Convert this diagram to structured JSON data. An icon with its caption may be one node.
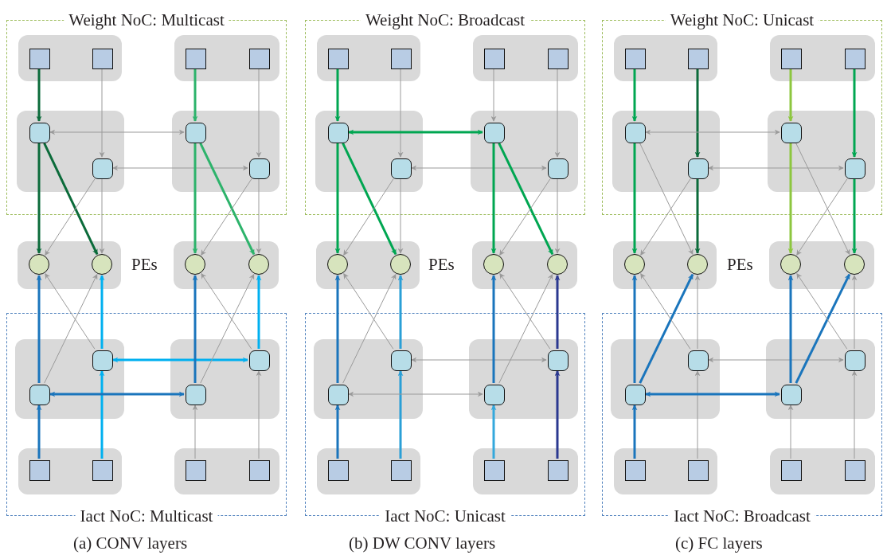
{
  "diagram": {
    "nodes": [
      {
        "text": [
          "Weight NoC: Multicast"
        ]
      },
      {
        "text": [],
        "shape": "box",
        "in": 0
      },
      {
        "text": [],
        "shape": "box",
        "in": 1
      },
      {
        "text": [],
        "shape": "box",
        "in": 1
      },
      {
        "text": [],
        "shape": "box",
        "in": 0
      },
      {
        "text": [],
        "shape": "box",
        "in": 4
      },
      {
        "text": [],
        "shape": "box",
        "in": 4
      },
      {
        "text": [],
        "shape": "box",
        "in": 0
      },
      {
        "text": [],
        "shape": "box",
        "in": 7
      },
      {
        "text": [],
        "shape": "box",
        "in": 7
      },
      {
        "text": [],
        "shape": "box",
        "in": 0
      },
      {
        "text": [],
        "shape": "box",
        "in": 10
      },
      {
        "text": [],
        "shape": "box",
        "in": 10
      },
      {
        "text": [],
        "shape": "box"
      },
      {
        "text": [],
        "shape": "circle",
        "in": 13
      },
      {
        "text": [],
        "shape": "circle",
        "in": 13
      },
      {
        "text": [],
        "shape": "box"
      },
      {
        "text": [],
        "shape": "circle",
        "in": 16
      },
      {
        "text": [],
        "shape": "circle",
        "in": 16
      },
      {
        "text": [
          "Iact NoC: Multicast"
        ]
      },
      {
        "text": [],
        "shape": "box",
        "in": 19
      },
      {
        "text": [],
        "shape": "box",
        "in": 20
      },
      {
        "text": [],
        "shape": "box",
        "in": 20
      },
      {
        "text": [],
        "shape": "box",
        "in": 19
      },
      {
        "text": [],
        "shape": "box",
        "in": 23
      },
      {
        "text": [],
        "shape": "box",
        "in": 23
      },
      {
        "text": [],
        "shape": "box",
        "in": 19
      },
      {
        "text": [],
        "shape": "box",
        "in": 26
      },
      {
        "text": [],
        "shape": "box",
        "in": 26
      },
      {
        "text": [],
        "shape": "box",
        "in": 19
      },
      {
        "text": [],
        "shape": "box",
        "in": 29
      },
      {
        "text": [],
        "shape": "box",
        "in": 29
      },
      {
        "text": [
          "Weight NoC: Broadcast"
        ]
      },
      {
        "text": [],
        "shape": "box",
        "in": 32
      },
      {
        "text": [],
        "shape": "box",
        "in": 33
      },
      {
        "text": [],
        "shape": "box",
        "in": 33
      },
      {
        "text": [],
        "shape": "box",
        "in": 32
      },
      {
        "text": [],
        "shape": "box",
        "in": 36
      },
      {
        "text": [],
        "shape": "box",
        "in": 36
      },
      {
        "text": [],
        "shape": "box",
        "in": 32
      },
      {
        "text": [],
        "shape": "box",
        "in": 39
      },
      {
        "text": [],
        "shape": "box",
        "in": 39
      },
      {
        "text": [],
        "shape": "box",
        "in": 32
      },
      {
        "text": [],
        "shape": "box",
        "in": 42
      },
      {
        "text": [],
        "shape": "box",
        "in": 42
      },
      {
        "text": [],
        "shape": "box"
      },
      {
        "text": [],
        "shape": "circle",
        "in": 45
      },
      {
        "text": [],
        "shape": "circle",
        "in": 45
      },
      {
        "text": [],
        "shape": "box"
      },
      {
        "text": [],
        "shape": "circle",
        "in": 48
      },
      {
        "text": [],
        "shape": "circle",
        "in": 48
      },
      {
        "text": [
          "Iact NoC: Unicast"
        ]
      },
      {
        "text": [],
        "shape": "box",
        "in": 51
      },
      {
        "text": [],
        "shape": "box",
        "in": 52
      },
      {
        "text": [],
        "shape": "box",
        "in": 52
      },
      {
        "text": [],
        "shape": "box",
        "in": 51
      },
      {
        "text": [],
        "shape": "box",
        "in": 55
      },
      {
        "text": [],
        "shape": "box",
        "in": 55
      },
      {
        "text": [],
        "shape": "box",
        "in": 51
      },
      {
        "text": [],
        "shape": "box",
        "in": 58
      },
      {
        "text": [],
        "shape": "box",
        "in": 58
      },
      {
        "text": [],
        "shape": "box",
        "in": 51
      },
      {
        "text": [],
        "shape": "box",
        "in": 61
      },
      {
        "text": [],
        "shape": "box",
        "in": 61
      },
      {
        "text": [
          "Weight NoC: Unicast"
        ]
      },
      {
        "text": [],
        "shape": "box",
        "in": 64
      },
      {
        "text": [],
        "shape": "box",
        "in": 65
      },
      {
        "text": [],
        "shape": "box",
        "in": 65
      },
      {
        "text": [],
        "shape": "box",
        "in": 64
      },
      {
        "text": [],
        "shape": "box",
        "in": 68
      },
      {
        "text": [],
        "shape": "box",
        "in": 68
      },
      {
        "text": [],
        "shape": "box",
        "in": 64
      },
      {
        "text": [],
        "shape": "box",
        "in": 71
      },
      {
        "text": [],
        "shape": "box",
        "in": 71
      },
      {
        "text": [],
        "shape": "box",
        "in": 64
      },
      {
        "text": [],
        "shape": "box",
        "in": 74
      },
      {
        "text": [],
        "shape": "box",
        "in": 74
      },
      {
        "text": [],
        "shape": "box"
      },
      {
        "text": [],
        "shape": "circle",
        "in": 77
      },
      {
        "text": [],
        "shape": "circle",
        "in": 77
      },
      {
        "text": [],
        "shape": "box"
      },
      {
        "text": [],
        "shape": "circle",
        "in": 80
      },
      {
        "text": [],
        "shape": "circle",
        "in": 80
      },
      {
        "text": [
          "Iact NoC: Broadcast"
        ]
      },
      {
        "text": [],
        "shape": "box",
        "in": 83
      },
      {
        "text": [],
        "shape": "box",
        "in": 84
      },
      {
        "text": [],
        "shape": "box",
        "in": 84
      },
      {
        "text": [],
        "shape": "box",
        "in": 83
      },
      {
        "text": [],
        "shape": "box",
        "in": 87
      },
      {
        "text": [],
        "shape": "box",
        "in": 87
      },
      {
        "text": [],
        "shape": "box",
        "in": 83
      },
      {
        "text": [],
        "shape": "box",
        "in": 90
      },
      {
        "text": [],
        "shape": "box",
        "in": 90
      },
      {
        "text": [],
        "shape": "box",
        "in": 83
      },
      {
        "text": [],
        "shape": "box",
        "in": 93
      },
      {
        "text": [],
        "shape": "box",
        "in": 93
      }
    ],
    "edges": [
      {
        "from": 2,
        "to": 8,
        "arrow": "to",
        "style": "thick",
        "color": "#0b6b3a"
      },
      {
        "from": 3,
        "to": 9,
        "arrow": "to"
      },
      {
        "from": 5,
        "to": 11,
        "arrow": "to",
        "style": "thick",
        "color": "#2db36b"
      },
      {
        "from": 6,
        "to": 12,
        "arrow": "to"
      },
      {
        "from": 8,
        "to": 11,
        "arrow": "both"
      },
      {
        "from": 9,
        "to": 12,
        "arrow": "both"
      },
      {
        "from": 8,
        "to": 14,
        "arrow": "to",
        "style": "thick",
        "color": "#0b6b3a"
      },
      {
        "from": 8,
        "to": 15,
        "arrow": "to",
        "style": "thick",
        "color": "#0b6b3a"
      },
      {
        "from": 9,
        "to": 14,
        "arrow": "to"
      },
      {
        "from": 9,
        "to": 15,
        "arrow": "to"
      },
      {
        "from": 11,
        "to": 17,
        "arrow": "to",
        "style": "thick",
        "color": "#2db36b"
      },
      {
        "from": 11,
        "to": 18,
        "arrow": "to",
        "style": "thick",
        "color": "#2db36b"
      },
      {
        "from": 12,
        "to": 17,
        "arrow": "to"
      },
      {
        "from": 12,
        "to": 18,
        "arrow": "to"
      },
      {
        "from": 27,
        "to": 22,
        "arrow": "to",
        "style": "thick",
        "color": "#1a75bc"
      },
      {
        "from": 28,
        "to": 21,
        "arrow": "to",
        "style": "thick",
        "color": "#00b0f0"
      },
      {
        "from": 30,
        "to": 25,
        "arrow": "to"
      },
      {
        "from": 31,
        "to": 24,
        "arrow": "to"
      },
      {
        "from": 22,
        "to": 25,
        "arrow": "both",
        "style": "thick",
        "color": "#1a75bc"
      },
      {
        "from": 21,
        "to": 24,
        "arrow": "both",
        "style": "thick",
        "color": "#00b0f0"
      },
      {
        "from": 22,
        "to": 14,
        "arrow": "to",
        "style": "thick",
        "color": "#1a75bc"
      },
      {
        "from": 22,
        "to": 15,
        "arrow": "to"
      },
      {
        "from": 21,
        "to": 14,
        "arrow": "to"
      },
      {
        "from": 21,
        "to": 15,
        "arrow": "to",
        "style": "thick",
        "color": "#00b0f0"
      },
      {
        "from": 25,
        "to": 17,
        "arrow": "to",
        "style": "thick",
        "color": "#1a75bc"
      },
      {
        "from": 25,
        "to": 18,
        "arrow": "to"
      },
      {
        "from": 24,
        "to": 17,
        "arrow": "to"
      },
      {
        "from": 24,
        "to": 18,
        "arrow": "to",
        "style": "thick",
        "color": "#00b0f0"
      },
      {
        "from": 34,
        "to": 40,
        "arrow": "to",
        "style": "thick",
        "color": "#00a651"
      },
      {
        "from": 35,
        "to": 41,
        "arrow": "to"
      },
      {
        "from": 37,
        "to": 43,
        "arrow": "to"
      },
      {
        "from": 38,
        "to": 44,
        "arrow": "to"
      },
      {
        "from": 40,
        "to": 43,
        "arrow": "both",
        "style": "thick",
        "color": "#00a651"
      },
      {
        "from": 41,
        "to": 44,
        "arrow": "both"
      },
      {
        "from": 40,
        "to": 46,
        "arrow": "to",
        "style": "thick",
        "color": "#00a651"
      },
      {
        "from": 40,
        "to": 47,
        "arrow": "to",
        "style": "thick",
        "color": "#00a651"
      },
      {
        "from": 41,
        "to": 46,
        "arrow": "to"
      },
      {
        "from": 41,
        "to": 47,
        "arrow": "to"
      },
      {
        "from": 43,
        "to": 49,
        "arrow": "to",
        "style": "thick",
        "color": "#00a651"
      },
      {
        "from": 43,
        "to": 50,
        "arrow": "to",
        "style": "thick",
        "color": "#00a651"
      },
      {
        "from": 44,
        "to": 49,
        "arrow": "to"
      },
      {
        "from": 44,
        "to": 50,
        "arrow": "to"
      },
      {
        "from": 59,
        "to": 54,
        "arrow": "to",
        "style": "thick",
        "color": "#1a75bc"
      },
      {
        "from": 60,
        "to": 53,
        "arrow": "to",
        "style": "thick",
        "color": "#2a9fd6"
      },
      {
        "from": 62,
        "to": 57,
        "arrow": "to",
        "style": "thick",
        "color": "#34a8dc"
      },
      {
        "from": 63,
        "to": 56,
        "arrow": "to",
        "style": "thick",
        "color": "#2b3990"
      },
      {
        "from": 54,
        "to": 57,
        "arrow": "both"
      },
      {
        "from": 53,
        "to": 56,
        "arrow": "both"
      },
      {
        "from": 54,
        "to": 46,
        "arrow": "to",
        "style": "thick",
        "color": "#1a75bc"
      },
      {
        "from": 54,
        "to": 47,
        "arrow": "to"
      },
      {
        "from": 53,
        "to": 46,
        "arrow": "to"
      },
      {
        "from": 53,
        "to": 47,
        "arrow": "to",
        "style": "thick",
        "color": "#2a9fd6"
      },
      {
        "from": 57,
        "to": 49,
        "arrow": "to",
        "style": "thick",
        "color": "#1a75bc"
      },
      {
        "from": 57,
        "to": 50,
        "arrow": "to"
      },
      {
        "from": 56,
        "to": 49,
        "arrow": "to"
      },
      {
        "from": 56,
        "to": 50,
        "arrow": "to",
        "style": "thick",
        "color": "#2b3990"
      },
      {
        "from": 66,
        "to": 72,
        "arrow": "to",
        "style": "thick",
        "color": "#00a651"
      },
      {
        "from": 67,
        "to": 73,
        "arrow": "to",
        "style": "thick",
        "color": "#0b6b3a"
      },
      {
        "from": 69,
        "to": 75,
        "arrow": "to",
        "style": "thick",
        "color": "#8dc63f"
      },
      {
        "from": 70,
        "to": 76,
        "arrow": "to",
        "style": "thick",
        "color": "#00a651"
      },
      {
        "from": 72,
        "to": 75,
        "arrow": "both"
      },
      {
        "from": 73,
        "to": 76,
        "arrow": "both"
      },
      {
        "from": 72,
        "to": 78,
        "arrow": "to",
        "style": "thick",
        "color": "#00a651"
      },
      {
        "from": 72,
        "to": 79,
        "arrow": "to"
      },
      {
        "from": 73,
        "to": 78,
        "arrow": "to"
      },
      {
        "from": 73,
        "to": 79,
        "arrow": "to",
        "style": "thick",
        "color": "#0b6b3a"
      },
      {
        "from": 75,
        "to": 81,
        "arrow": "to",
        "style": "thick",
        "color": "#8dc63f"
      },
      {
        "from": 75,
        "to": 82,
        "arrow": "to"
      },
      {
        "from": 76,
        "to": 81,
        "arrow": "to"
      },
      {
        "from": 76,
        "to": 82,
        "arrow": "to",
        "style": "thick",
        "color": "#00a651"
      },
      {
        "from": 91,
        "to": 86,
        "arrow": "to",
        "style": "thick",
        "color": "#1a75bc"
      },
      {
        "from": 92,
        "to": 85,
        "arrow": "to"
      },
      {
        "from": 94,
        "to": 89,
        "arrow": "to"
      },
      {
        "from": 95,
        "to": 88,
        "arrow": "to"
      },
      {
        "from": 86,
        "to": 89,
        "arrow": "both",
        "style": "thick",
        "color": "#1a75bc"
      },
      {
        "from": 85,
        "to": 88,
        "arrow": "both"
      },
      {
        "from": 86,
        "to": 78,
        "arrow": "to",
        "style": "thick",
        "color": "#1a75bc"
      },
      {
        "from": 86,
        "to": 79,
        "arrow": "to",
        "style": "thick",
        "color": "#1a75bc"
      },
      {
        "from": 85,
        "to": 78,
        "arrow": "to"
      },
      {
        "from": 85,
        "to": 79,
        "arrow": "to"
      },
      {
        "from": 89,
        "to": 81,
        "arrow": "to",
        "style": "thick",
        "color": "#1a75bc"
      },
      {
        "from": 89,
        "to": 82,
        "arrow": "to",
        "style": "thick",
        "color": "#1a75bc"
      },
      {
        "from": 88,
        "to": 81,
        "arrow": "to"
      },
      {
        "from": 88,
        "to": 82,
        "arrow": "to"
      }
    ],
    "labels": [
      "PEs",
      "PEs",
      "PEs",
      "(a) CONV layers",
      "(b) DW CONV layers",
      "(c) FC layers"
    ]
  }
}
